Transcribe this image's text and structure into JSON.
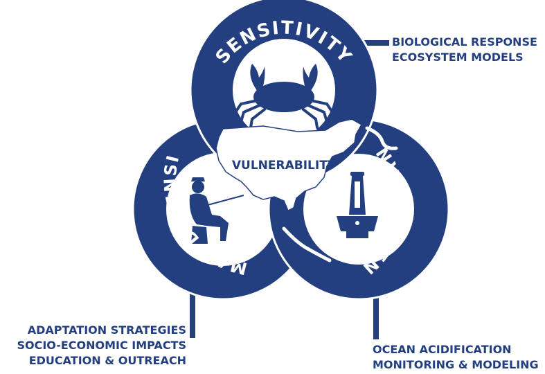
{
  "colors": {
    "primary": "#233f7f",
    "background": "#ffffff",
    "ring_text": "#ffffff"
  },
  "center": {
    "label": "VULNERABILITY"
  },
  "rings": {
    "sensitivity": {
      "title": "SENSITIVITY",
      "icon": "crab-icon"
    },
    "human": {
      "title": "HUMAN DIMENSIONS",
      "icon": "fisherman-icon"
    },
    "environment": {
      "title": "ENVIRONMENT",
      "icon": "buoy-icon"
    }
  },
  "center_icon": "usa-map-icon",
  "notes": {
    "sensitivity": {
      "line1": "BIOLOGICAL RESPONSE",
      "line2": "ECOSYSTEM MODELS"
    },
    "human": {
      "line1": "ADAPTATION STRATEGIES",
      "line2": "SOCIO-ECONOMIC IMPACTS",
      "line3": "EDUCATION & OUTREACH"
    },
    "environment": {
      "line1": "OCEAN ACIDIFICATION",
      "line2": "MONITORING & MODELING"
    }
  }
}
